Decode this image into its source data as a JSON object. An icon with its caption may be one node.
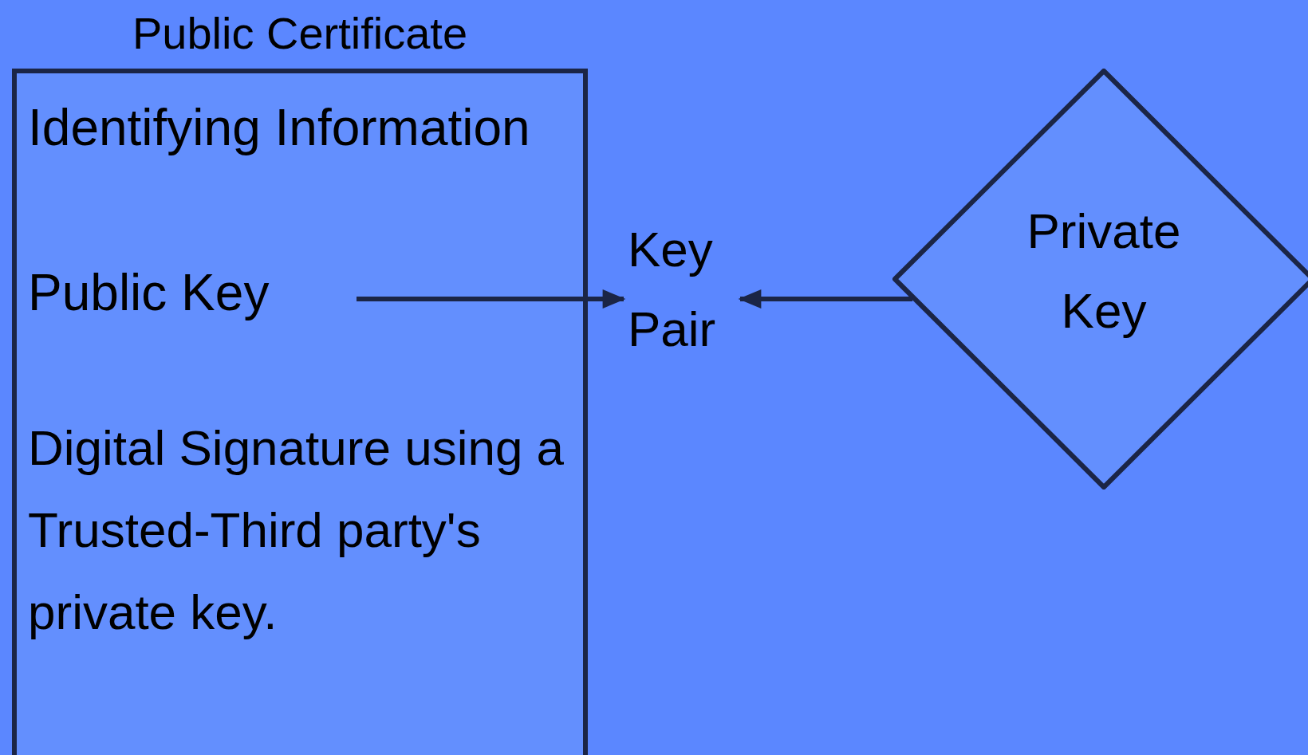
{
  "diagram": {
    "nodes": [
      {
        "text": [
          "Public Certificate",
          "Identifying Information",
          "Digital Signature using a Trusted-Third party's private key."
        ]
      },
      {
        "text": [
          "Public Key"
        ],
        "in": 0
      },
      {
        "text": [
          "Key Pair"
        ]
      },
      {
        "text": [
          "Private Key"
        ]
      }
    ],
    "edges": [
      {
        "from": 1,
        "to": 2,
        "arrow": "to"
      },
      {
        "from": 3,
        "to": 2,
        "arrow": "to"
      }
    ]
  }
}
